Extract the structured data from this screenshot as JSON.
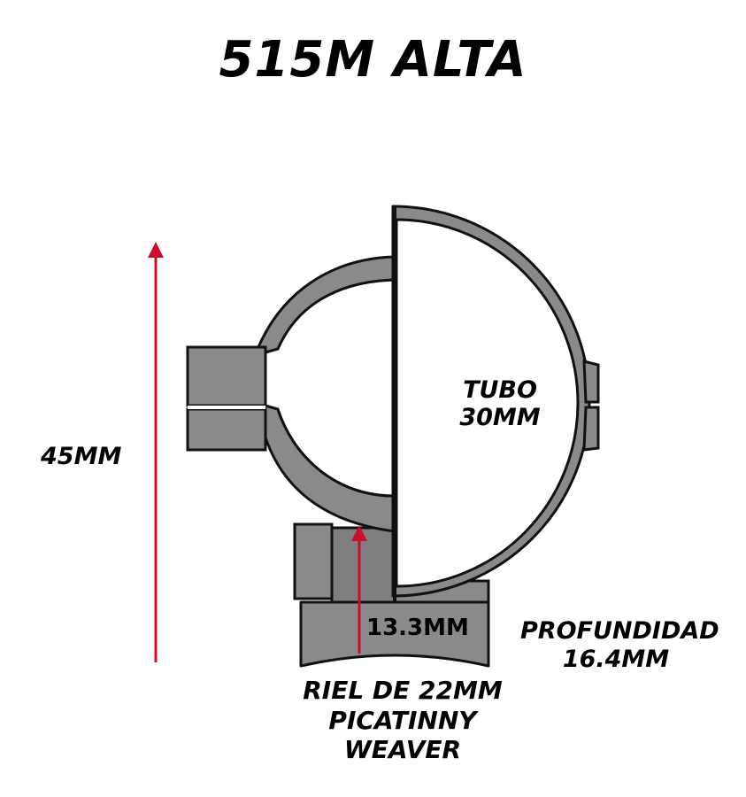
{
  "title": "515M ALTA",
  "labels": {
    "height": "45MM",
    "tube_line1": "TUBO",
    "tube_line2": "30MM",
    "base_height": "13.3MM",
    "depth_line1": "PROFUNDIDAD",
    "depth_line2": "16.4MM",
    "rail_line1": "RIEL DE 22MM",
    "rail_line2": "PICATINNY",
    "rail_line3": "WEAVER"
  },
  "colors": {
    "ring_fill": "#8a8a8a",
    "outline": "#111111",
    "inner_fill": "#ffffff",
    "arrow": "#c8102e",
    "text": "#000000"
  },
  "icons": {
    "height_arrow": "up-arrow-icon",
    "base_arrow": "up-arrow-icon"
  }
}
